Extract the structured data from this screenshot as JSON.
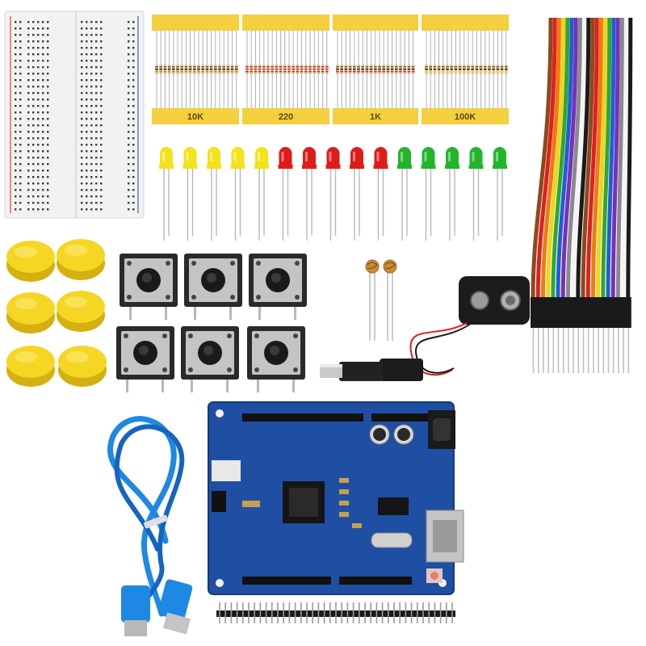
{
  "resistors": {
    "labels": [
      "10K",
      "220",
      "1K",
      "100K"
    ]
  },
  "led_colors": [
    "#f4e21a",
    "#f4e21a",
    "#f4e21a",
    "#f4e21a",
    "#f4e21a",
    "#e01b1b",
    "#e01b1b",
    "#e01b1b",
    "#e01b1b",
    "#e01b1b",
    "#22b52a",
    "#22b52a",
    "#22b52a",
    "#22b52a",
    "#22b52a"
  ],
  "jumper_wire_colors": [
    "#8b4a1d",
    "#e02020",
    "#f07a10",
    "#f2d41a",
    "#2ea82e",
    "#1e5fd8",
    "#7a2fb8",
    "#8a8a8a",
    "#f4f4f4",
    "#1a1a1a"
  ],
  "colors": {
    "board_blue": "#1f4fa3",
    "cable_blue": "#1e88e5",
    "button_yellow": "#f5d623",
    "strip_yellow": "#f4cf3e"
  }
}
